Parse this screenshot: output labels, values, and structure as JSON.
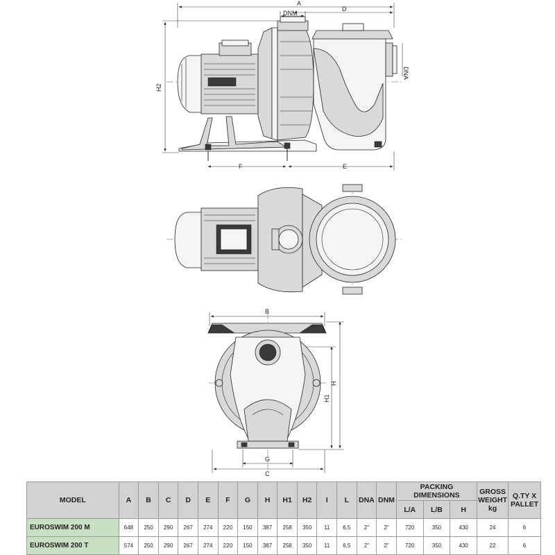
{
  "drawing": {
    "labels": {
      "a": "A",
      "d": "D",
      "dnm": "DNM",
      "dna": "DNA",
      "h2": "H2",
      "f": "F",
      "e": "E",
      "b": "B",
      "h": "H",
      "h1": "H1",
      "g": "G",
      "c": "C"
    }
  },
  "table": {
    "header": {
      "model": "MODEL",
      "cols": [
        "A",
        "B",
        "C",
        "D",
        "E",
        "F",
        "G",
        "H",
        "H1",
        "H2",
        "I",
        "L",
        "DNA",
        "DNM"
      ],
      "packing": "PACKING DIMENSIONS",
      "packing_sub": [
        "L/A",
        "L/B",
        "H"
      ],
      "gross_weight": "GROSS WEIGHT kg",
      "qty": "Q.TY X PALLET"
    },
    "rows": [
      {
        "model": "EUROSWIM 200 M",
        "values": [
          "648",
          "250",
          "290",
          "267",
          "274",
          "220",
          "150",
          "387",
          "258",
          "350",
          "11",
          "6,5",
          "2\"",
          "2\""
        ],
        "packing": [
          "720",
          "350",
          "430"
        ],
        "weight": "24",
        "qty": "6"
      },
      {
        "model": "EUROSWIM 200 T",
        "values": [
          "574",
          "250",
          "290",
          "267",
          "274",
          "220",
          "150",
          "387",
          "258",
          "350",
          "11",
          "6,5",
          "2\"",
          "2\""
        ],
        "packing": [
          "720",
          "350",
          "430"
        ],
        "weight": "22",
        "qty": "6"
      }
    ]
  }
}
